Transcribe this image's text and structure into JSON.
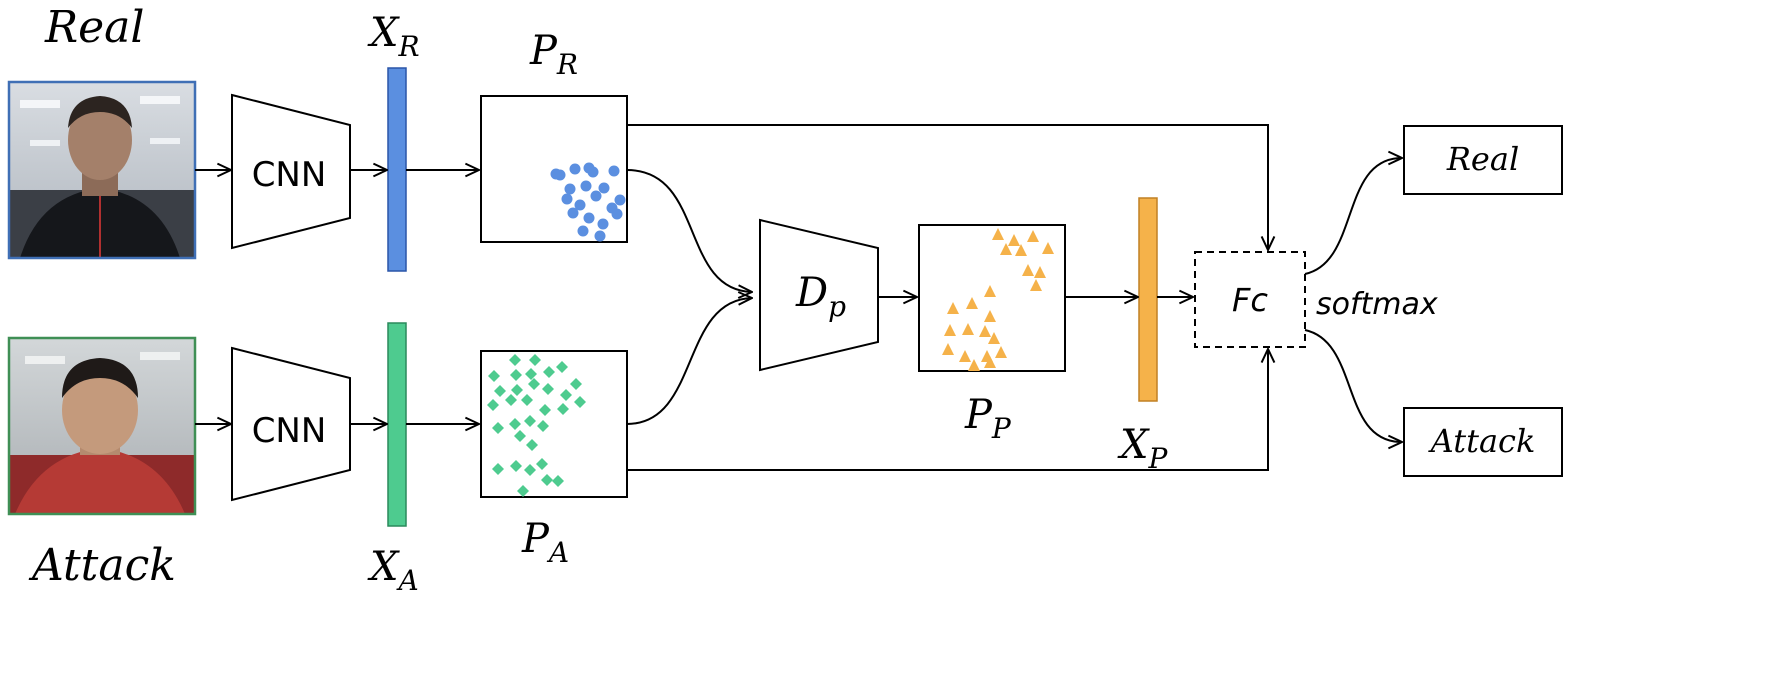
{
  "inputs": {
    "real": {
      "caption": "Real"
    },
    "attack": {
      "caption": "Attack"
    }
  },
  "encoders": {
    "top_label": "CNN",
    "bottom_label": "CNN"
  },
  "features": {
    "xr": {
      "main": "X",
      "sub": "R",
      "color": "#5b8fe0"
    },
    "xa": {
      "main": "X",
      "sub": "A",
      "color": "#4ecb8f"
    },
    "xp": {
      "main": "X",
      "sub": "P",
      "color": "#f5b24a"
    }
  },
  "distributions": {
    "pr": {
      "main": "P",
      "sub": "R",
      "marker": "circle",
      "color": "#5b8fe0"
    },
    "pa": {
      "main": "P",
      "sub": "A",
      "marker": "diamond",
      "color": "#4ecb8f"
    },
    "pp": {
      "main": "P",
      "sub": "P",
      "marker": "triangle",
      "color": "#f5b24a"
    }
  },
  "decoder": {
    "main": "D",
    "sub": "p"
  },
  "classifier": {
    "label": "Fc",
    "activation": "softmax"
  },
  "outputs": {
    "real": "Real",
    "attack": "Attack"
  },
  "face_photos": {
    "real_border": "#3f6fb5",
    "attack_border": "#3f8f55"
  }
}
